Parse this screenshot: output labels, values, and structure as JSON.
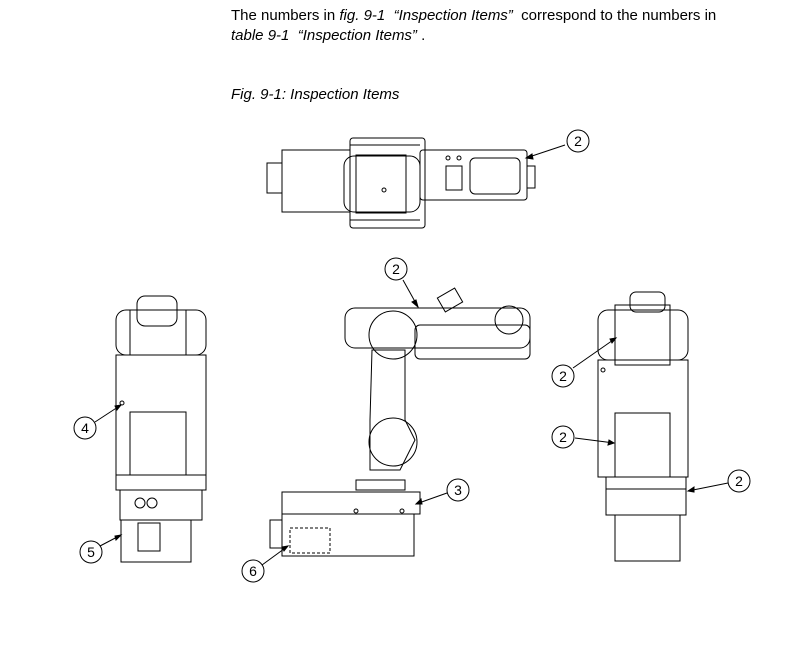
{
  "intro": {
    "part1": "The numbers in ",
    "fig_ref": "fig. 9-1",
    "fig_title": "“Inspection Items”",
    "part2": " correspond to the numbers in",
    "table_ref": "table 9-1",
    "table_title": "“Inspection Items”",
    "end": " ."
  },
  "figure": {
    "caption": "Fig. 9-1: Inspection Items",
    "callouts": [
      "2",
      "2",
      "4",
      "5",
      "3",
      "6",
      "2",
      "2",
      "2"
    ]
  }
}
